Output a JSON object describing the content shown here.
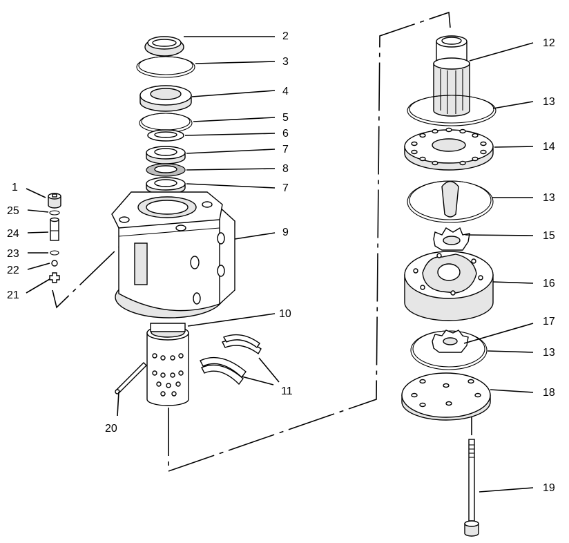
{
  "callouts": {
    "c1": "1",
    "c2": "2",
    "c3": "3",
    "c4": "4",
    "c5": "5",
    "c6": "6",
    "c7a": "7",
    "c7b": "7",
    "c8": "8",
    "c9": "9",
    "c10": "10",
    "c11": "11",
    "c12": "12",
    "c13a": "13",
    "c13b": "13",
    "c13c": "13",
    "c14": "14",
    "c15": "15",
    "c16": "16",
    "c17": "17",
    "c18": "18",
    "c19": "19",
    "c20": "20",
    "c21": "21",
    "c22": "22",
    "c23": "23",
    "c24": "24",
    "c25": "25"
  }
}
